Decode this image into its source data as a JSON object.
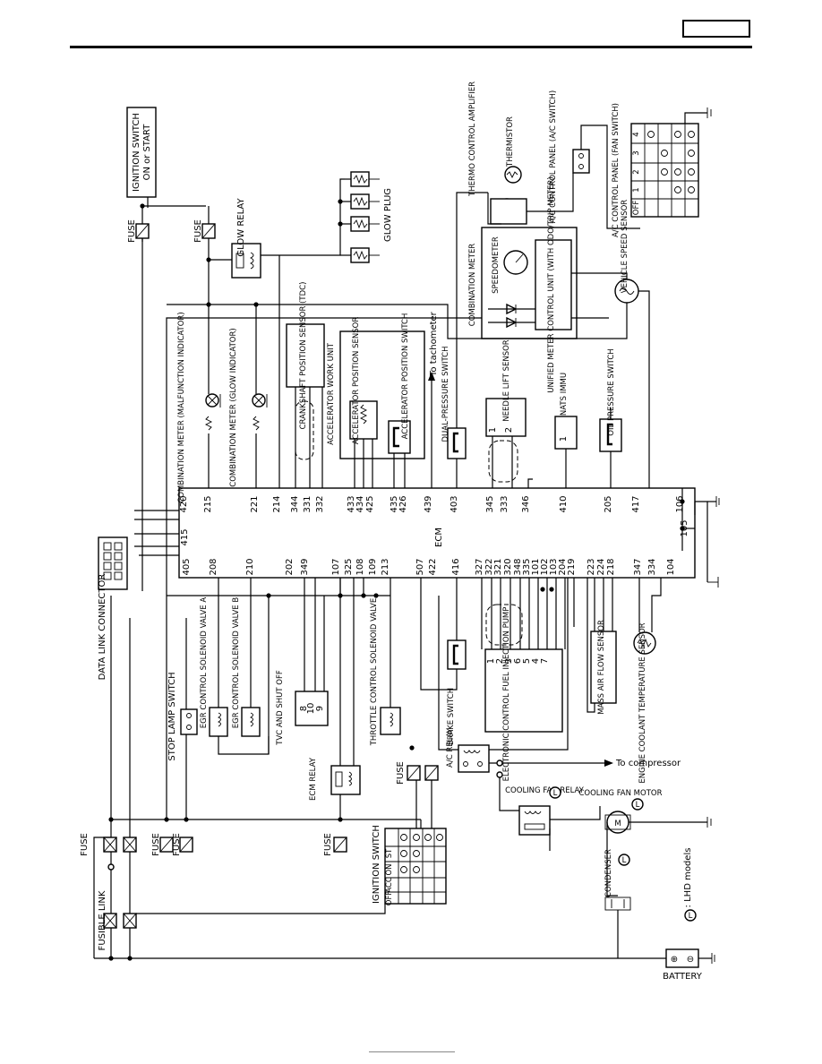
{
  "header": {
    "page_box_text": ""
  },
  "components": {
    "ignition_switch": "IGNITION SWITCH",
    "ignition_switch_sub": "ON or START",
    "fuse": "FUSE",
    "glow_relay": "GLOW RELAY",
    "glow_plug": "GLOW PLUG",
    "thermo_control_amplifier": "THERMO CONTROL AMPLIFIER",
    "thermistor": "THERMISTOR",
    "ac_control_panel_ac_switch": "A/C CONTROL PANEL (A/C SWITCH)",
    "ac_control_panel_fan_switch": "A/C CONTROL PANEL (FAN SWITCH)",
    "fan_switch_positions": [
      "OFF",
      "1",
      "2",
      "3",
      "4"
    ],
    "combination_meter": "COMBINATION METER",
    "speedometer": "SPEEDOMETER",
    "unified_meter_control_unit": "UNIFIED METER CONTROL UNIT (WITH ODO/TRIP METER)",
    "vehicle_speed_sensor": "VEHICLE SPEED SENSOR",
    "combination_meter_malfunction": "COMBINATION METER (MALFUNCTION INDICATOR)",
    "combination_meter_glow": "COMBINATION METER (GLOW INDICATOR)",
    "crankshaft_position_sensor": "CRANKSHAFT POSITION SENSOR (TDC)",
    "accelerator_work_unit": "ACCELERATOR WORK UNIT",
    "accelerator_position_sensor": "ACCELERATOR POSITION SENSOR",
    "accelerator_position_switch": "ACCELERATOR POSITION SWITCH",
    "to_tachometer": "To tachometer",
    "dual_pressure_switch": "DUAL-PRESSURE SWITCH",
    "needle_lift_sensor": "NEEDLE LIFT SENSOR",
    "nats_immu": "NATS IMMU",
    "oil_pressure_switch": "OIL PRESSURE SWITCH",
    "ecm": "ECM",
    "data_link_connector": "DATA LINK CONNECTOR",
    "stop_lamp_switch": "STOP LAMP SWITCH",
    "egr_valve_a": "EGR CONTROL SOLENOID VALVE A",
    "egr_valve_b": "EGR CONTROL SOLENOID VALVE B",
    "tvc_shut_off": "TVC AND SHUT OFF",
    "throttle_control_valve": "THROTTLE CONTROL SOLENOID VALVE",
    "ecm_relay": "ECM RELAY",
    "brake_switch": "BRAKE SWITCH",
    "ac_relay": "A/C RELAY",
    "to_compressor": "To compressor",
    "electronic_fuel_injection_pump": "ELECTRONIC CONTROL FUEL INJECTION PUMP",
    "mass_air_flow_sensor": "MASS AIR FLOW SENSOR",
    "engine_coolant_temp_sensor": "ENGINE COOLANT TEMPERATURE SENSOR",
    "cooling_fan_relay": "COOLING FAN RELAY",
    "cooling_fan_motor": "COOLING FAN MOTOR",
    "condenser": "CONDENSER",
    "lhd_note": ": LHD models",
    "lhd_symbol": "L",
    "fusible_link": "FUSIBLE LINK",
    "ignition_switch_positions": [
      "OFF",
      "ACC",
      "ON",
      "ST"
    ],
    "battery": "BATTERY"
  },
  "ecm_pins": {
    "top": [
      "420",
      "215",
      "221",
      "214",
      "344",
      "331",
      "332",
      "433",
      "434",
      "425",
      "435",
      "426",
      "439",
      "403",
      "345",
      "333",
      "346",
      "410",
      "205",
      "417",
      "106"
    ],
    "mid_left": [
      "415"
    ],
    "mid_right": [
      "105"
    ],
    "bottom": [
      "405",
      "208",
      "210",
      "202",
      "349",
      "107",
      "325",
      "108",
      "109",
      "213",
      "507",
      "422",
      "416",
      "327",
      "322",
      "321",
      "320",
      "348",
      "335",
      "101",
      "102",
      "103",
      "204",
      "219",
      "223",
      "224",
      "218",
      "347",
      "334",
      "104"
    ]
  },
  "pump_pins": [
    "1",
    "2",
    "3",
    "6",
    "5",
    "4",
    "7"
  ],
  "needle_pins": [
    "1",
    "2"
  ],
  "nats_pin": "1",
  "tvc_pins": [
    "8",
    "10",
    "9"
  ]
}
